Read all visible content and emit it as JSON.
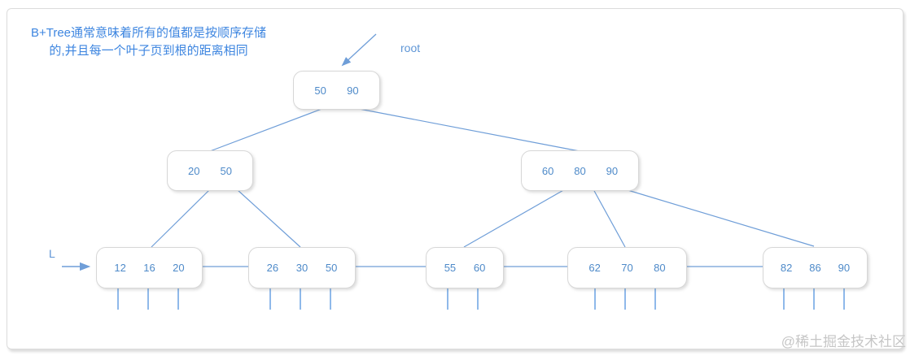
{
  "title": {
    "line1": "B+Tree通常意味着所有的值都是按顺序存储",
    "line2": "的,并且每一个叶子页到根的距离相同"
  },
  "labels": {
    "root_pointer": "root",
    "leaf_pointer": "L"
  },
  "watermark": "@稀土掘金技术社区",
  "colors": {
    "edge_line_blue": "#6f9ed8",
    "child_tick_blue": "#8fb9ea",
    "node_text_blue": "#4e8ac9",
    "title_text_blue": "#3e86e0",
    "node_border_gray": "#d7d7d7",
    "frame_border_gray": "#dcdcdc",
    "watermark_gray": "#c6c6c6"
  },
  "tree": {
    "root": {
      "values": [
        "50",
        "90"
      ]
    },
    "internal": [
      {
        "values": [
          "20",
          "50"
        ]
      },
      {
        "values": [
          "60",
          "80",
          "90"
        ]
      }
    ],
    "leaves": [
      {
        "values": [
          "12",
          "16",
          "20"
        ]
      },
      {
        "values": [
          "26",
          "30",
          "50"
        ]
      },
      {
        "values": [
          "55",
          "60"
        ]
      },
      {
        "values": [
          "62",
          "70",
          "80"
        ]
      },
      {
        "values": [
          "82",
          "86",
          "90"
        ]
      }
    ]
  }
}
